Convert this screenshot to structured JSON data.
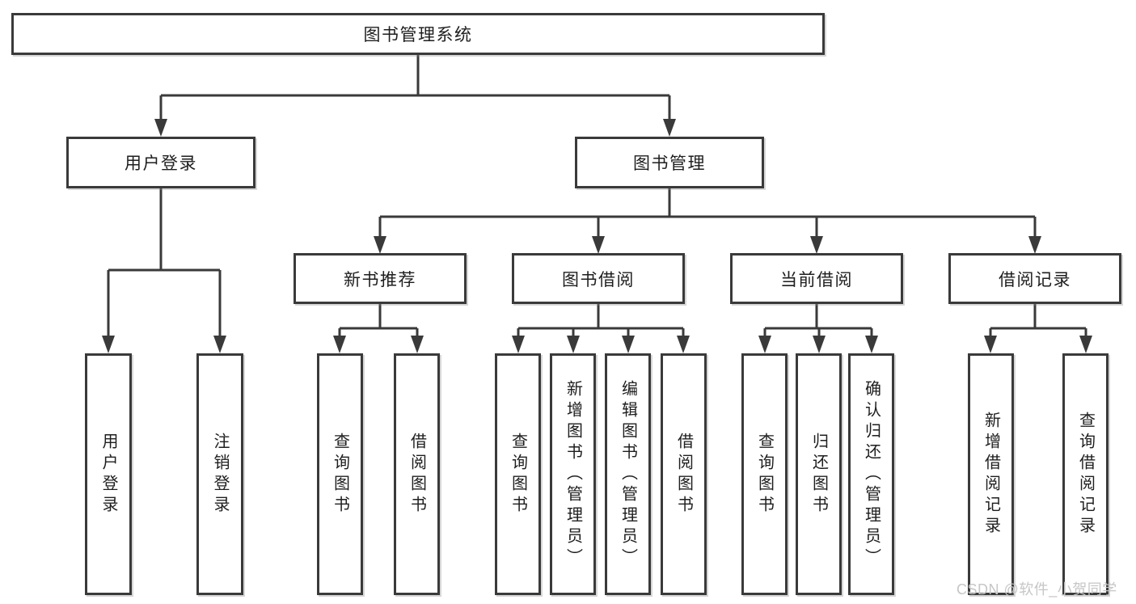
{
  "diagram": {
    "title": "图书管理系统",
    "watermark": "CSDN @软件_小贺同学",
    "colors": {
      "line": "#3a3a3a",
      "text": "#1e1e1e",
      "box_background": "#ffffff",
      "background": "#ffffff",
      "watermark": "#c6c6c6"
    },
    "tree": {
      "user_login": {
        "label": "用户登录",
        "children": [
          {
            "label": "用户登录"
          },
          {
            "label": "注销登录"
          }
        ]
      },
      "book_management": {
        "label": "图书管理",
        "children": [
          {
            "label": "新书推荐",
            "children": [
              {
                "label": "查询图书"
              },
              {
                "label": "借阅图书"
              }
            ]
          },
          {
            "label": "图书借阅",
            "children": [
              {
                "label": "查询图书"
              },
              {
                "label": "新增图书（管理员）"
              },
              {
                "label": "编辑图书（管理员）"
              },
              {
                "label": "借阅图书"
              }
            ]
          },
          {
            "label": "当前借阅",
            "children": [
              {
                "label": "查询图书"
              },
              {
                "label": "归还图书"
              },
              {
                "label": "确认归还（管理员）"
              }
            ]
          },
          {
            "label": "借阅记录",
            "children": [
              {
                "label": "新增借阅记录"
              },
              {
                "label": "查询借阅记录"
              }
            ]
          }
        ]
      }
    }
  }
}
